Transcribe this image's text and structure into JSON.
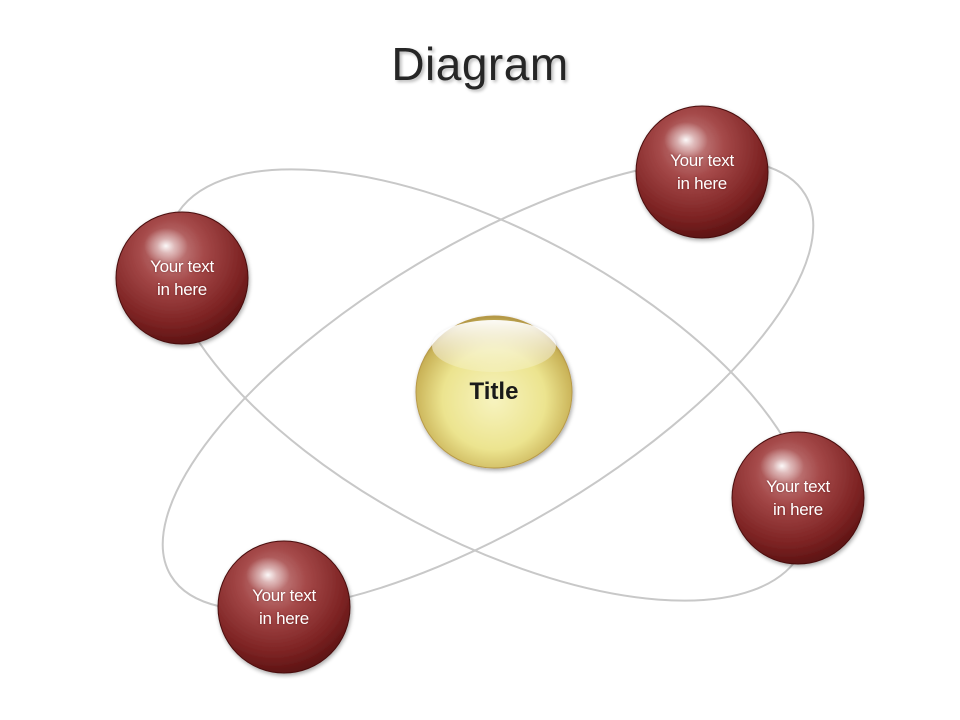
{
  "title": "Diagram",
  "center": {
    "label": "Title"
  },
  "nodes": [
    {
      "line1": "Your text",
      "line2": "in here"
    },
    {
      "line1": "Your text",
      "line2": "in here"
    },
    {
      "line1": "Your text",
      "line2": "in here"
    },
    {
      "line1": "Your text",
      "line2": "in here"
    }
  ],
  "colors": {
    "node_sphere": "#8b2a2a",
    "center_sphere": "#e8e29a",
    "orbit_line": "#c8c8c8",
    "title_text": "#262626"
  }
}
